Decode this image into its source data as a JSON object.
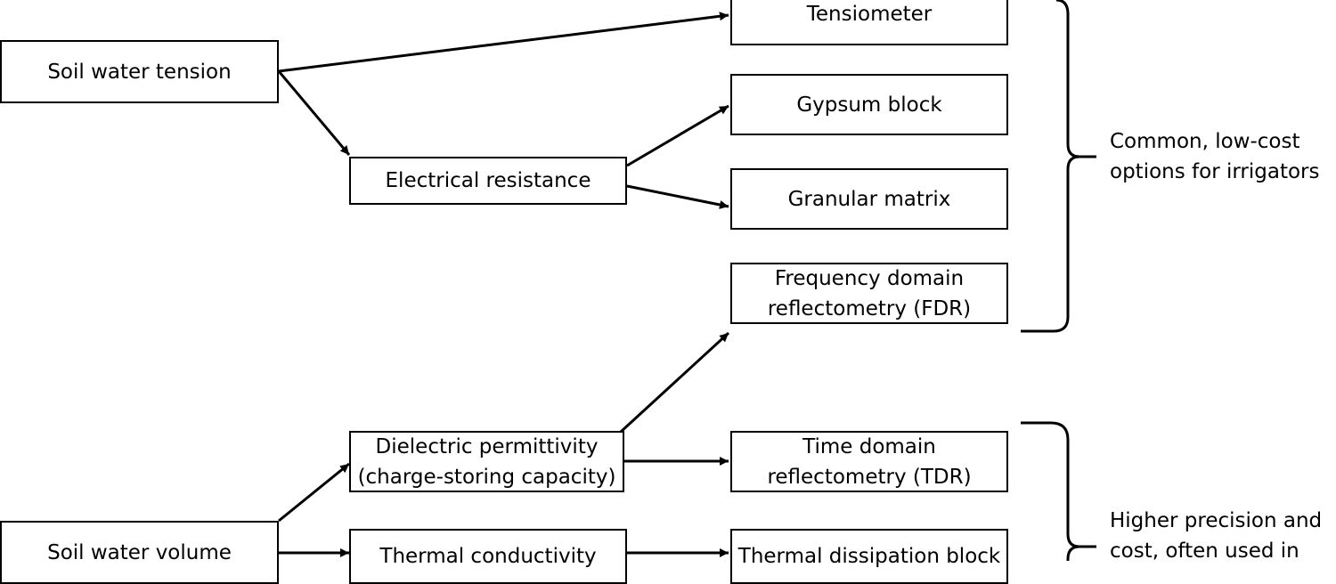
{
  "nodes": {
    "soil_water_tension": "Soil water tension",
    "electrical_resistance": "Electrical resistance",
    "tensiometer": "Tensiometer",
    "gypsum_block": "Gypsum block",
    "granular_matrix": "Granular matrix",
    "fdr": "Frequency domain\nreflectometry (FDR)",
    "dielectric_permittivity": "Dielectric permittivity\n(charge-storing capacity)",
    "tdr": "Time domain\nreflectometry (TDR)",
    "soil_water_volume": "Soil water volume",
    "thermal_conductivity": "Thermal conductivity",
    "thermal_dissipation_block": "Thermal dissipation block"
  },
  "groups": {
    "low_cost": "Common, low-cost\noptions for irrigators",
    "high_precision": "Higher precision and\ncost, often used in"
  },
  "edges": [
    [
      "soil_water_tension",
      "tensiometer"
    ],
    [
      "soil_water_tension",
      "electrical_resistance"
    ],
    [
      "electrical_resistance",
      "gypsum_block"
    ],
    [
      "electrical_resistance",
      "granular_matrix"
    ],
    [
      "dielectric_permittivity",
      "fdr"
    ],
    [
      "dielectric_permittivity",
      "tdr"
    ],
    [
      "soil_water_volume",
      "dielectric_permittivity"
    ],
    [
      "soil_water_volume",
      "thermal_conductivity"
    ],
    [
      "thermal_conductivity",
      "thermal_dissipation_block"
    ]
  ],
  "colors": {
    "line": "#000000",
    "background": "#ffffff"
  }
}
